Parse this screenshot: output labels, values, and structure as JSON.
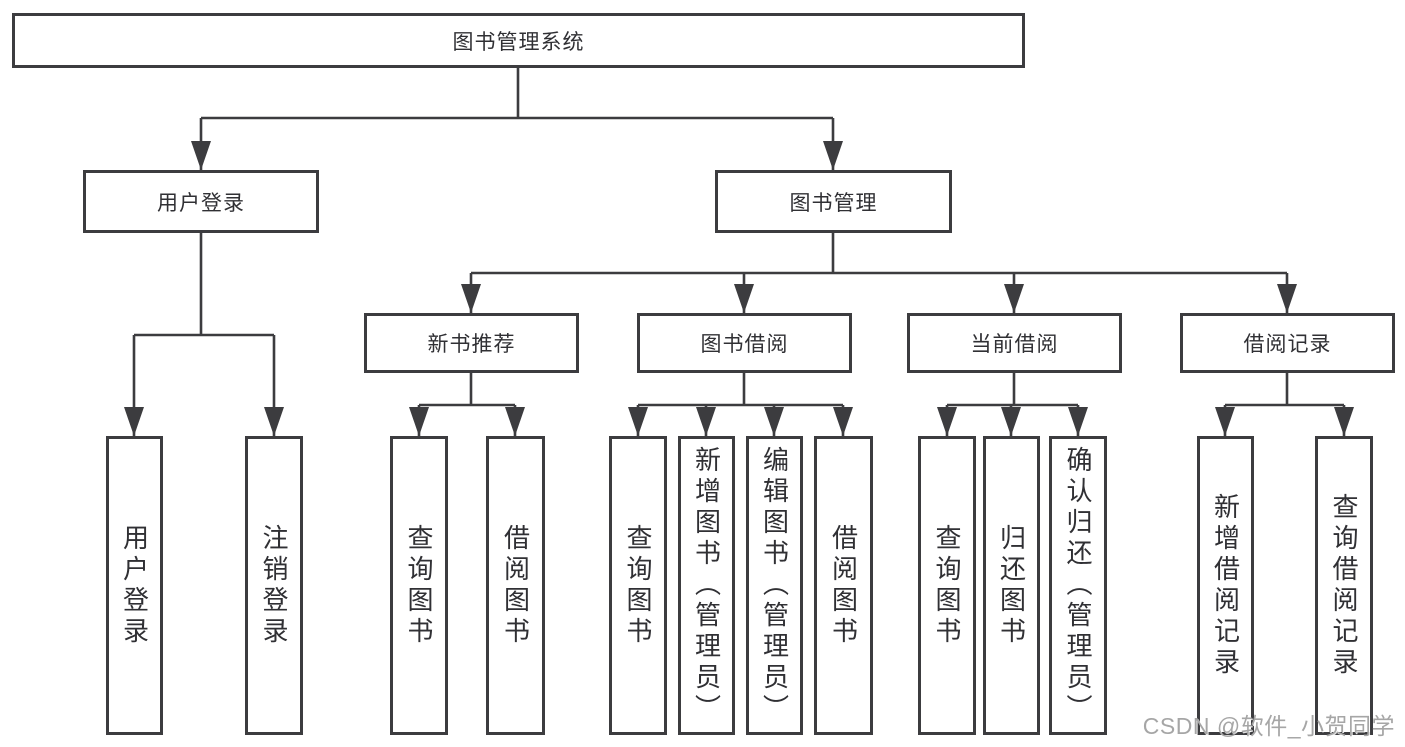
{
  "tree": {
    "root": {
      "label": "图书管理系统",
      "children": [
        {
          "label": "用户登录",
          "children": [
            {
              "label": "用户登录"
            },
            {
              "label": "注销登录"
            }
          ]
        },
        {
          "label": "图书管理",
          "children": [
            {
              "label": "新书推荐",
              "children": [
                {
                  "label": "查询图书"
                },
                {
                  "label": "借阅图书"
                }
              ]
            },
            {
              "label": "图书借阅",
              "children": [
                {
                  "label": "查询图书"
                },
                {
                  "label": "新增图书（管理员）"
                },
                {
                  "label": "编辑图书（管理员）"
                },
                {
                  "label": "借阅图书"
                }
              ]
            },
            {
              "label": "当前借阅",
              "children": [
                {
                  "label": "查询图书"
                },
                {
                  "label": "归还图书"
                },
                {
                  "label": "确认归还（管理员）"
                }
              ]
            },
            {
              "label": "借阅记录",
              "children": [
                {
                  "label": "新增借阅记录"
                },
                {
                  "label": "查询借阅记录"
                }
              ]
            }
          ]
        }
      ]
    }
  },
  "watermark": {
    "text": "CSDN @软件_小贺同学"
  },
  "colors": {
    "line": "#3c3c3f",
    "text": "#303034",
    "watermark": "#a6a6a6",
    "background": "#ffffff"
  }
}
